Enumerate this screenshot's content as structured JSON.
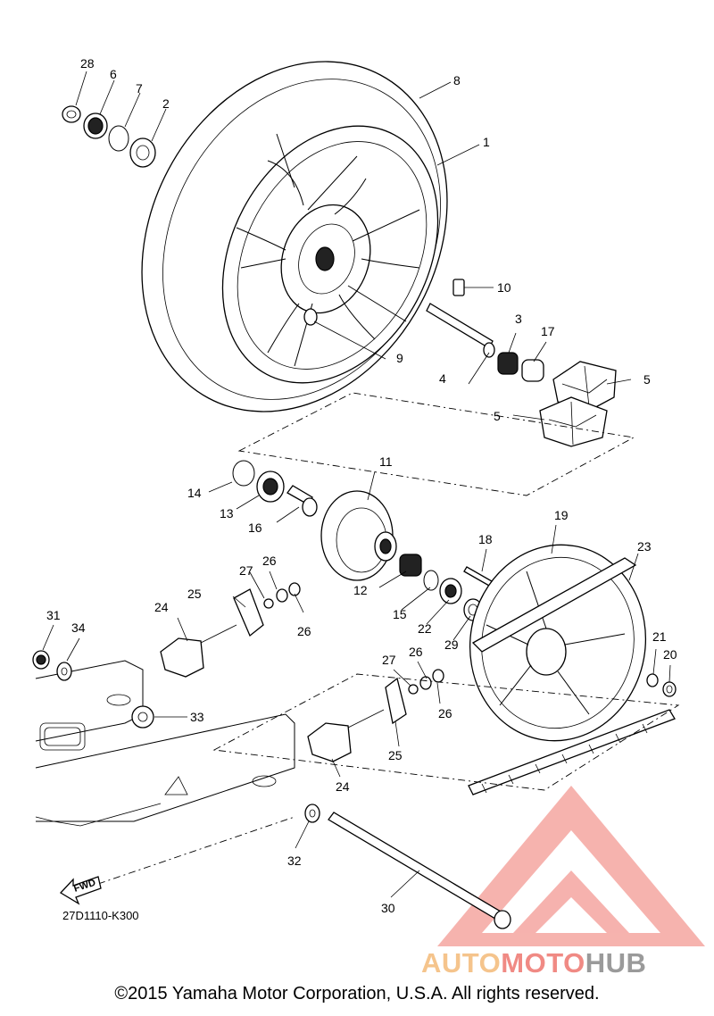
{
  "diagram": {
    "code": "27D1110-K300",
    "fwd_label": "FWD",
    "callouts": [
      {
        "id": "c28",
        "text": "28"
      },
      {
        "id": "c6",
        "text": "6"
      },
      {
        "id": "c7",
        "text": "7"
      },
      {
        "id": "c2",
        "text": "2"
      },
      {
        "id": "c8",
        "text": "8"
      },
      {
        "id": "c1",
        "text": "1"
      },
      {
        "id": "c10",
        "text": "10"
      },
      {
        "id": "c9",
        "text": "9"
      },
      {
        "id": "c4",
        "text": "4"
      },
      {
        "id": "c3",
        "text": "3"
      },
      {
        "id": "c17",
        "text": "17"
      },
      {
        "id": "c5a",
        "text": "5"
      },
      {
        "id": "c5b",
        "text": "5"
      },
      {
        "id": "c11",
        "text": "11"
      },
      {
        "id": "c14",
        "text": "14"
      },
      {
        "id": "c13",
        "text": "13"
      },
      {
        "id": "c16",
        "text": "16"
      },
      {
        "id": "c19",
        "text": "19"
      },
      {
        "id": "c18",
        "text": "18"
      },
      {
        "id": "c23",
        "text": "23"
      },
      {
        "id": "c26a",
        "text": "26"
      },
      {
        "id": "c27a",
        "text": "27"
      },
      {
        "id": "c25a",
        "text": "25"
      },
      {
        "id": "c24a",
        "text": "24"
      },
      {
        "id": "c26b",
        "text": "26"
      },
      {
        "id": "c12",
        "text": "12"
      },
      {
        "id": "c15",
        "text": "15"
      },
      {
        "id": "c22",
        "text": "22"
      },
      {
        "id": "c29",
        "text": "29"
      },
      {
        "id": "c21",
        "text": "21"
      },
      {
        "id": "c20",
        "text": "20"
      },
      {
        "id": "c31",
        "text": "31"
      },
      {
        "id": "c34",
        "text": "34"
      },
      {
        "id": "c33",
        "text": "33"
      },
      {
        "id": "c27b",
        "text": "27"
      },
      {
        "id": "c26c",
        "text": "26"
      },
      {
        "id": "c26d",
        "text": "26"
      },
      {
        "id": "c25b",
        "text": "25"
      },
      {
        "id": "c24b",
        "text": "24"
      },
      {
        "id": "c32",
        "text": "32"
      },
      {
        "id": "c30",
        "text": "30"
      }
    ]
  },
  "watermark": {
    "part1": "AUTO",
    "part2": "MOTO",
    "part3": "HUB",
    "colors": {
      "auto": "#f5c48c",
      "moto": "#f08a84",
      "hub": "#9a9a9a",
      "logo": "#f07f78"
    }
  },
  "copyright": "©2015 Yamaha Motor Corporation, U.S.A. All rights reserved."
}
